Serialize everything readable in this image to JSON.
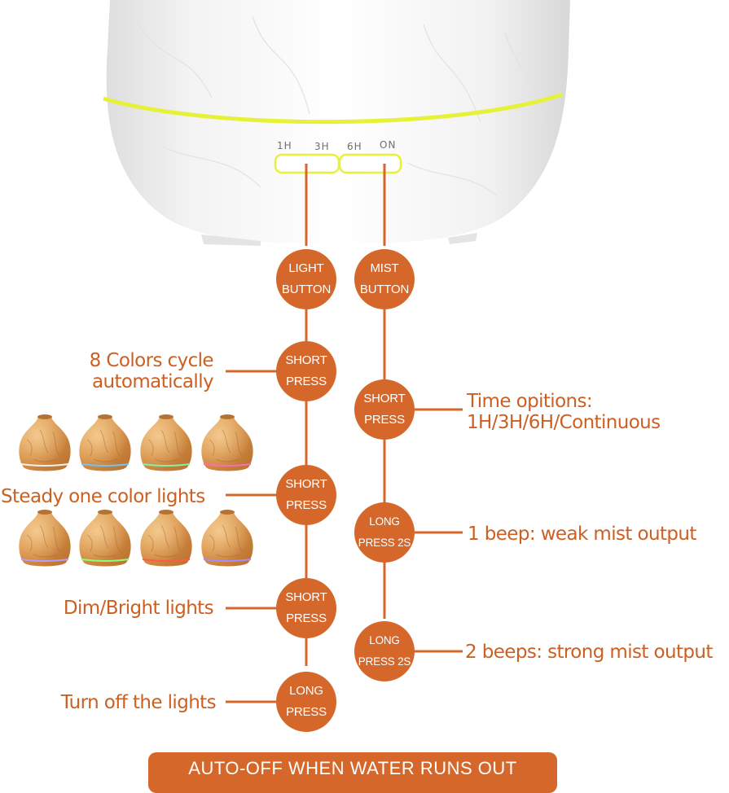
{
  "device": {
    "timer_labels": [
      "1H",
      "3H",
      "6H",
      "ON"
    ]
  },
  "light_column": {
    "button": [
      "LIGHT",
      "BUTTON"
    ],
    "steps": [
      {
        "press": [
          "SHORT",
          "PRESS"
        ],
        "description": [
          "8 Colors cycle",
          "automatically"
        ]
      },
      {
        "press": [
          "SHORT",
          "PRESS"
        ],
        "description": [
          "Steady one color lights"
        ]
      },
      {
        "press": [
          "SHORT",
          "PRESS"
        ],
        "description": [
          "Dim/Bright lights"
        ]
      },
      {
        "press": [
          "LONG",
          "PRESS"
        ],
        "description": [
          "Turn off the lights"
        ]
      }
    ]
  },
  "mist_column": {
    "button": [
      "MIST",
      "BUTTON"
    ],
    "steps": [
      {
        "press": [
          "SHORT",
          "PRESS"
        ],
        "description": [
          "Time opitions:",
          "1H/3H/6H/Continuous"
        ]
      },
      {
        "press": [
          "LONG",
          "PRESS 2S"
        ],
        "description": [
          "1 beep: weak mist output"
        ]
      },
      {
        "press": [
          "LONG",
          "PRESS 2S"
        ],
        "description": [
          "2 beeps: strong mist output"
        ]
      }
    ]
  },
  "color_samples": [
    "#f2f2f2",
    "#6ec2ff",
    "#7ff2b0",
    "#ff6bb4",
    "#b89bff",
    "#8cff7a",
    "#ff5a4a",
    "#a98bff"
  ],
  "banner": "AUTO-OFF WHEN WATER RUNS OUT",
  "colors": {
    "accent": "#d5672a",
    "accent_text": "#cc5f22",
    "glow_ring": "#e6f23a"
  }
}
